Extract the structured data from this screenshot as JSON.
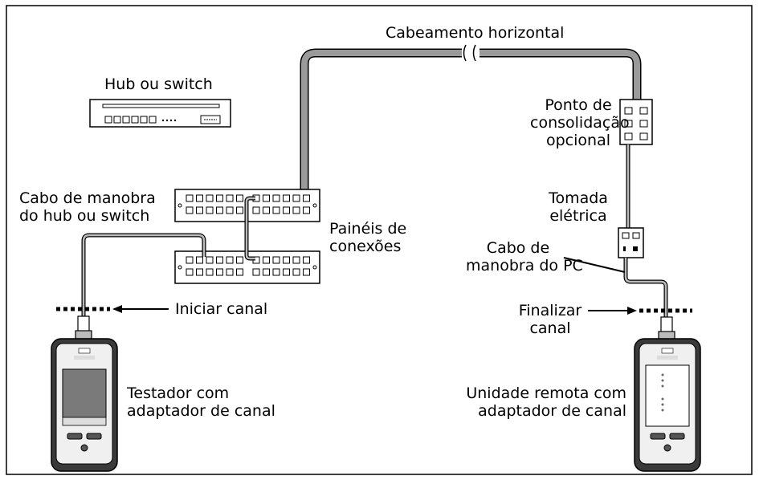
{
  "labels": {
    "horizontal_cabling": "Cabeamento horizontal",
    "hub_switch": "Hub ou switch",
    "consolidation_point": [
      "Ponto de",
      "consolidação",
      "opcional"
    ],
    "outlet": [
      "Tomada",
      "elétrica"
    ],
    "hub_patch_cord": [
      "Cabo de manobra",
      "do hub ou switch"
    ],
    "patch_panels": [
      "Painéis de",
      "conexões"
    ],
    "pc_patch_cord": [
      "Cabo de",
      "manobra do PC"
    ],
    "start_channel": "Iniciar canal",
    "end_channel": [
      "Finalizar",
      "canal"
    ],
    "tester": [
      "Testador com",
      "adaptador de canal"
    ],
    "remote": [
      "Unidade remota com",
      "adaptador de canal"
    ]
  },
  "colors": {
    "cable_fill": "#9a9a9a",
    "outline": "#000000",
    "device_screen": "#7a7a7a",
    "device_body": "#f0f0f0"
  }
}
